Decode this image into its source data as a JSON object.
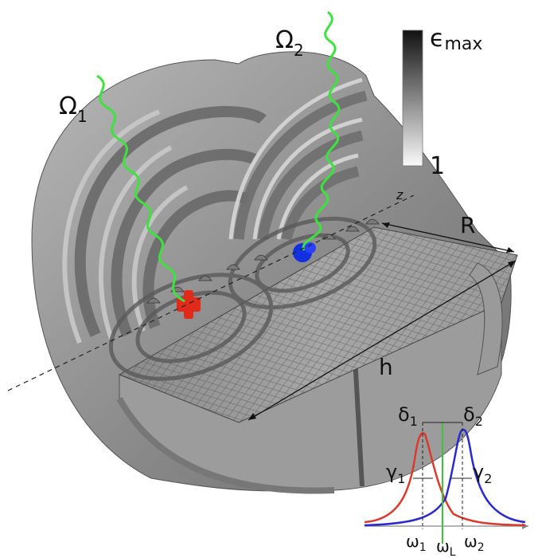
{
  "labels": {
    "omega1": "Ω",
    "omega1_sub": "1",
    "omega2": "Ω",
    "omega2_sub": "2",
    "z_axis": "z",
    "radius": "R",
    "height": "h"
  },
  "colorbar": {
    "max_label": "ϵ",
    "max_sub": "max",
    "min_label": "1"
  },
  "inset": {
    "delta1": "δ",
    "delta1_sub": "1",
    "delta2": "δ",
    "delta2_sub": "2",
    "gamma1": "γ",
    "gamma1_sub": "1",
    "gamma2": "γ",
    "gamma2_sub": "2",
    "w1": "ω",
    "w1_sub": "1",
    "wL": "ω",
    "wL_sub": "L",
    "w2": "ω",
    "w2_sub": "2",
    "curve1_color": "#d93a2b",
    "curve2_color": "#2a2ad0",
    "laser_color": "#39c43a"
  },
  "colors": {
    "emitter1": "#e02a1a",
    "emitter2": "#1230e0",
    "wave": "#3ee23e"
  }
}
